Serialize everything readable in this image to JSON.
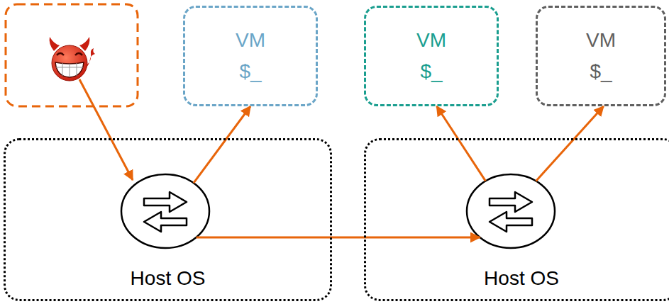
{
  "diagram": {
    "nodes": [
      {
        "text": [
          "VM",
          "$_"
        ]
      },
      {
        "text": [
          "VM",
          "$_"
        ]
      },
      {
        "text": [
          "VM",
          "$_"
        ]
      },
      {
        "text": [
          "Host OS"
        ]
      },
      {
        "text": [
          "Host OS"
        ]
      }
    ],
    "edges": [
      {
        "from": 3,
        "to": 0,
        "arrow": "to"
      },
      {
        "from": 3,
        "to": 4,
        "arrow": "to"
      },
      {
        "from": 4,
        "to": 1,
        "arrow": "to"
      },
      {
        "from": 4,
        "to": 2,
        "arrow": "to"
      }
    ]
  }
}
